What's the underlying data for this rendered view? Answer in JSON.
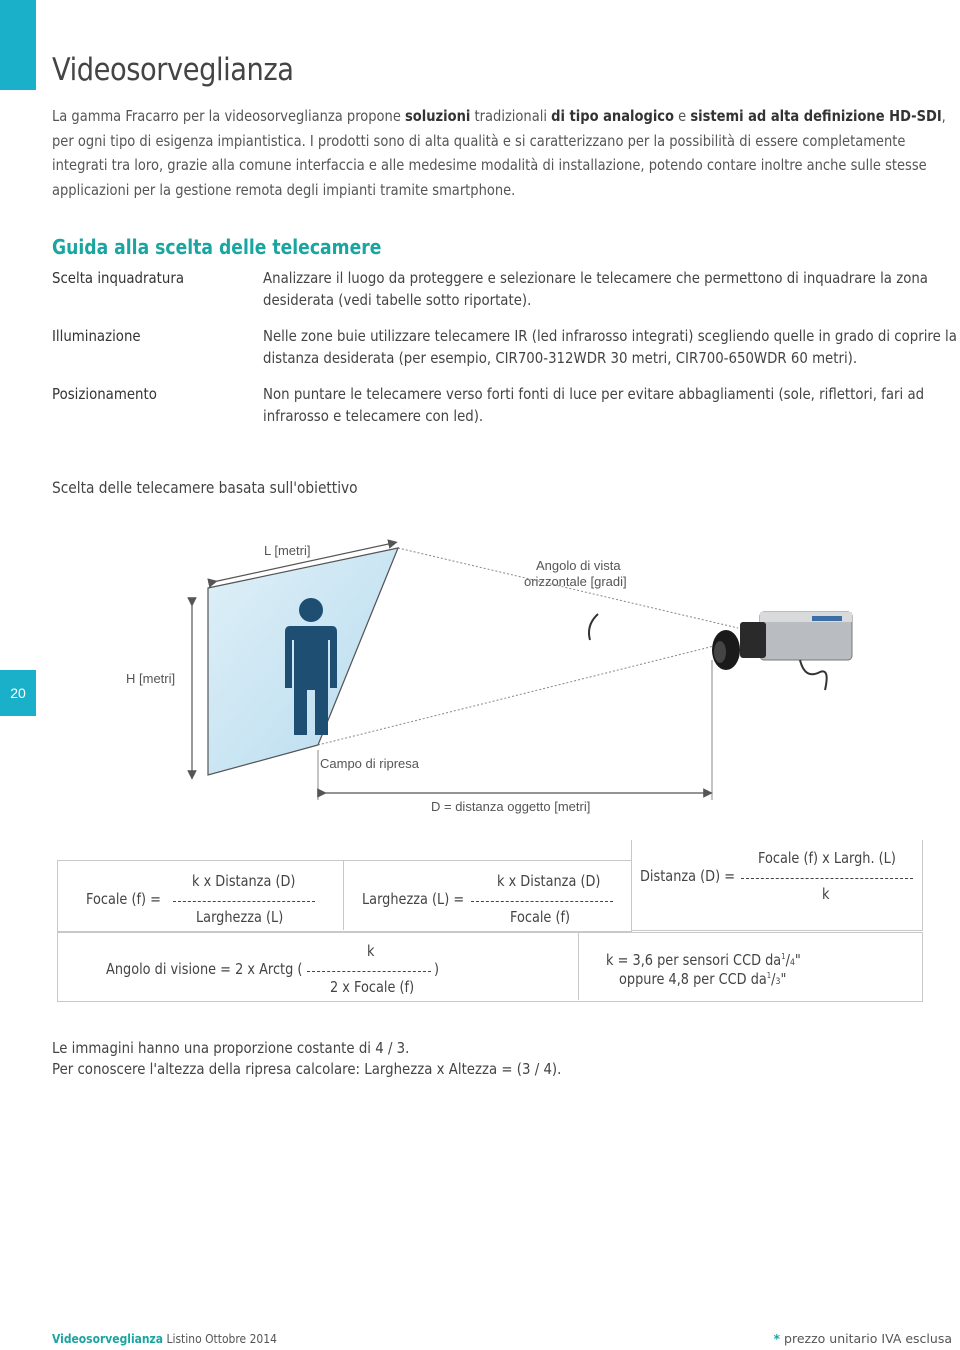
{
  "page": {
    "title": "Videosorveglianza",
    "page_number": "20",
    "accent_color": "#1ab0c9",
    "heading_color": "#1aa5a0"
  },
  "intro": {
    "p1": "La gamma Fracarro per la videosorveglianza propone ",
    "b1": "soluzioni",
    "p2": " tradizionali ",
    "b2": "di tipo analogico",
    "p3": " e ",
    "b3": "sistemi ad alta definizione HD-SDI",
    "p4": ", per ogni tipo di esigenza impiantistica. I prodotti sono di alta qualità e si caratterizzano per la possibilità di essere completamente integrati tra loro, grazie alla comune interfaccia e alle medesime modalità di installazione, potendo contare inoltre anche sulle stesse applicazioni per la gestione remota degli impianti tramite smartphone."
  },
  "guide": {
    "title": "Guida alla scelta delle telecamere",
    "rows": [
      {
        "label": "Scelta inquadratura",
        "text": "Analizzare il luogo da proteggere e selezionare le telecamere che permettono di inquadrare la zona desiderata (vedi tabelle sotto riportate)."
      },
      {
        "label": "Illuminazione",
        "text": "Nelle zone buie utilizzare telecamere IR (led infrarosso integrati) scegliendo quelle in grado di coprire la distanza desiderata (per esempio, CIR700-312WDR 30 metri, CIR700-650WDR 60 metri)."
      },
      {
        "label": "Posizionamento",
        "text": "Non puntare le telecamere verso forti fonti di luce per evitare abbagliamenti (sole, riflettori, fari ad infrarosso e telecamere con led)."
      }
    ]
  },
  "diagram": {
    "section_label": "Scelta delle telecamere basata sull'obiettivo",
    "label_L": "L [metri]",
    "label_angle_1": "Angolo di vista",
    "label_angle_2": "orizzontale [gradi]",
    "label_H": "H [metri]",
    "label_field": "Campo di ripresa",
    "label_D": "D = distanza oggetto [metri]"
  },
  "formulas": {
    "focal_num": "k x Distanza (D)",
    "focal_lhs": "Focale (f)  =",
    "focal_den": "Larghezza (L)",
    "width_num": "k x Distanza (D)",
    "width_lhs": "Larghezza (L) =",
    "width_den": "Focale (f)",
    "dist_num": "Focale (f) x Largh. (L)",
    "dist_lhs": "Distanza (D) =",
    "dist_den": "k",
    "angle_num": "k",
    "angle_lhs": "Angolo di visione = 2 x Arctg (",
    "angle_rhs": ")",
    "angle_den": "2 x Focale (f)",
    "k_line1": "k = 3,6 per sensori CCD da",
    "k_frac1_num": "1",
    "k_frac1_den": "4",
    "k_line2": "oppure 4,8 per CCD da",
    "k_frac2_num": "1",
    "k_frac2_den": "3",
    "inch": "\""
  },
  "notes": {
    "line1": "Le immagini hanno una proporzione costante di 4 / 3.",
    "line2": "Per conoscere l'altezza della ripresa calcolare: Larghezza  x Altezza = (3 / 4)."
  },
  "footer": {
    "left_bold": "Videosorveglianza",
    "left_rest": " Listino Ottobre 2014",
    "right_star": "*",
    "right_text": " prezzo unitario IVA esclusa"
  }
}
